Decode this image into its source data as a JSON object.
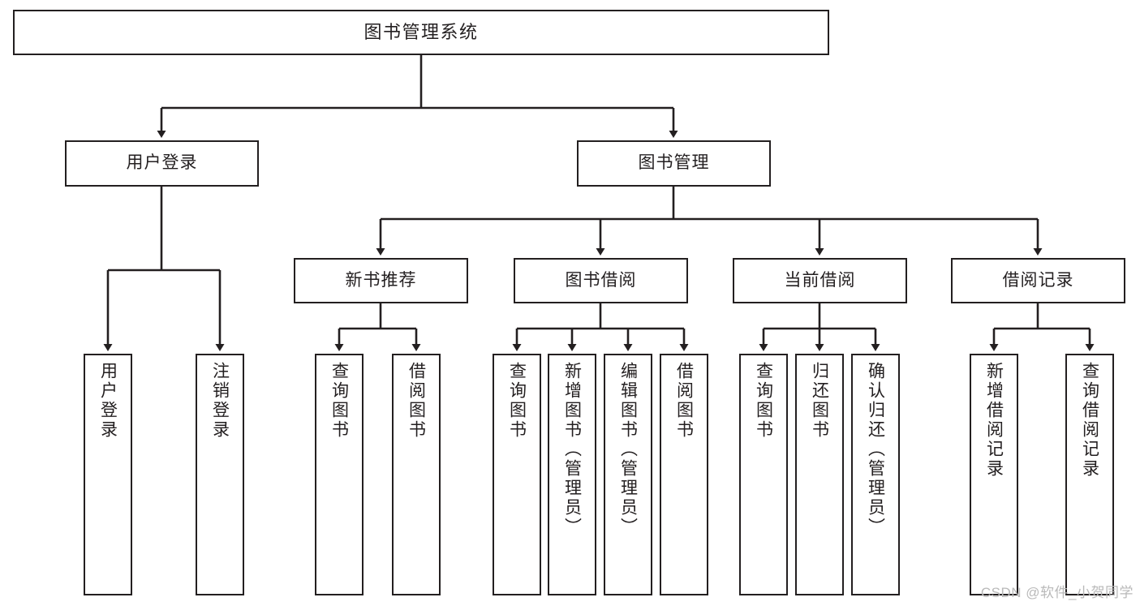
{
  "diagram": {
    "title": "图书管理系统",
    "type": "tree-hierarchy-chart",
    "colors": {
      "box_border": "#231f20",
      "box_fill": "#ffffff",
      "edge": "#231f20",
      "background": "#ffffff",
      "watermark": "#b9b9b9"
    },
    "watermark": "CSDN @软件_小贺同学"
  },
  "nodes": {
    "root": {
      "label": "图书管理系统"
    },
    "level2": [
      {
        "id": "user-login",
        "label": "用户登录"
      },
      {
        "id": "book-manage",
        "label": "图书管理"
      }
    ],
    "level3": [
      {
        "id": "new-book-recommend",
        "label": "新书推荐"
      },
      {
        "id": "book-borrow",
        "label": "图书借阅"
      },
      {
        "id": "current-borrow",
        "label": "当前借阅"
      },
      {
        "id": "borrow-record",
        "label": "借阅记录"
      }
    ],
    "leaves": [
      {
        "id": "leaf-user-login",
        "parent": "user-login",
        "label": "用户登录"
      },
      {
        "id": "leaf-logout-login",
        "parent": "user-login",
        "label": "注销登录"
      },
      {
        "id": "leaf-query-book-1",
        "parent": "new-book-recommend",
        "label": "查询图书"
      },
      {
        "id": "leaf-borrow-book-1",
        "parent": "new-book-recommend",
        "label": "借阅图书"
      },
      {
        "id": "leaf-query-book-2",
        "parent": "book-borrow",
        "label": "查询图书"
      },
      {
        "id": "leaf-add-book-admin",
        "parent": "book-borrow",
        "label": "新增图书（管理员）"
      },
      {
        "id": "leaf-edit-book-admin",
        "parent": "book-borrow",
        "label": "编辑图书（管理员）"
      },
      {
        "id": "leaf-borrow-book-2",
        "parent": "book-borrow",
        "label": "借阅图书"
      },
      {
        "id": "leaf-query-book-3",
        "parent": "current-borrow",
        "label": "查询图书"
      },
      {
        "id": "leaf-return-book",
        "parent": "current-borrow",
        "label": "归还图书"
      },
      {
        "id": "leaf-confirm-return-admin",
        "parent": "current-borrow",
        "label": "确认归还（管理员）"
      },
      {
        "id": "leaf-add-borrow-record",
        "parent": "borrow-record",
        "label": "新增借阅记录"
      },
      {
        "id": "leaf-query-borrow-record",
        "parent": "borrow-record",
        "label": "查询借阅记录"
      }
    ]
  }
}
